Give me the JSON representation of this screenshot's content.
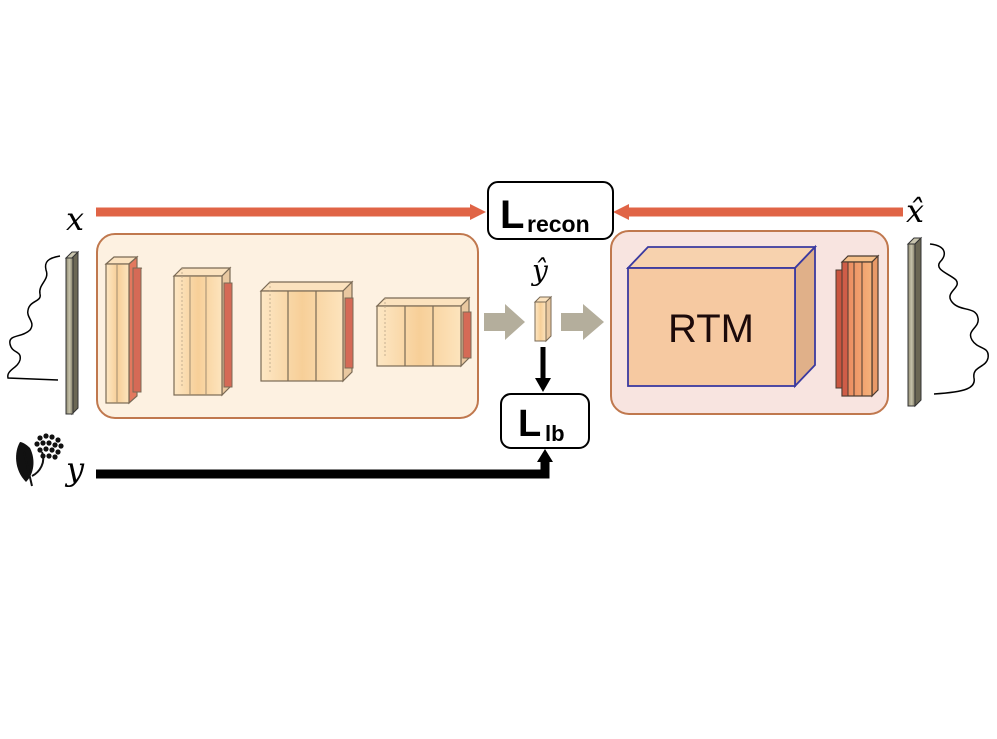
{
  "symbols": {
    "input": "x",
    "reconstruction": "x̂",
    "latent": "ŷ",
    "label": "y"
  },
  "losses": {
    "recon": {
      "main": "L",
      "sub": "recon"
    },
    "lb": {
      "main": "L",
      "sub": "lb"
    }
  },
  "decoder": {
    "label": "RTM"
  },
  "colors": {
    "recon_arrow": "#e06446",
    "label_arrow": "#000000",
    "flow_arrow": "#b4ae9c",
    "encoder_bg": "#fdf1e1",
    "encoder_border": "#c0784e",
    "decoder_bg": "#f8e4e0",
    "decoder_border": "#c0784e",
    "rtm_block": "#f6c9a1",
    "rtm_border": "#3b3aa0"
  },
  "icons": {
    "input_spectrum": "spectrum-curve-icon",
    "output_spectrum": "spectrum-curve-icon",
    "label_source": "plant-leaf-icon"
  }
}
